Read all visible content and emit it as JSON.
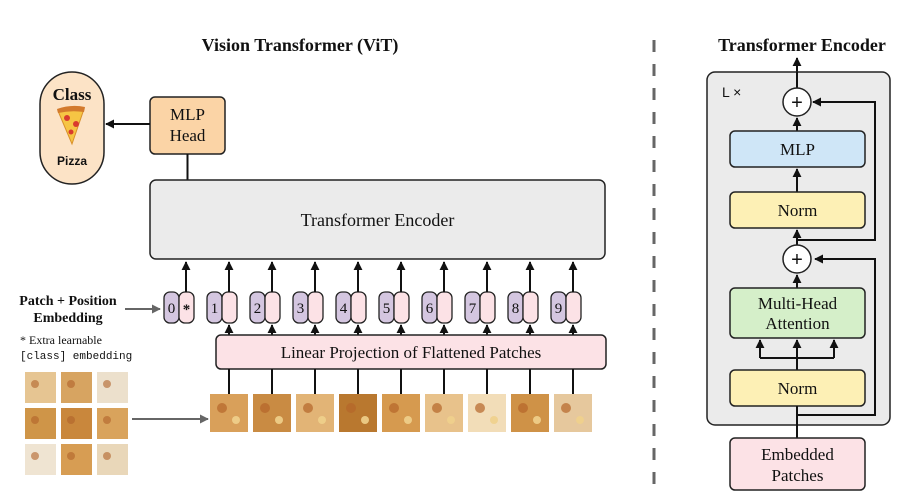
{
  "titles": {
    "left": "Vision Transformer (ViT)",
    "right": "Transformer Encoder"
  },
  "class_box": {
    "title": "Class",
    "label": "Pizza",
    "icon": "pizza-slice-icon"
  },
  "mlp_head": {
    "line1": "MLP",
    "line2": "Head"
  },
  "transformer_encoder": "Transformer Encoder",
  "patch_embedding": {
    "line1": "Patch + Position",
    "line2": "Embedding"
  },
  "extra_note": {
    "line1": "* Extra learnable",
    "line2": "[class] embedding"
  },
  "tokens": [
    {
      "pos": "0",
      "content": "*"
    },
    {
      "pos": "1",
      "content": ""
    },
    {
      "pos": "2",
      "content": ""
    },
    {
      "pos": "3",
      "content": ""
    },
    {
      "pos": "4",
      "content": ""
    },
    {
      "pos": "5",
      "content": ""
    },
    {
      "pos": "6",
      "content": ""
    },
    {
      "pos": "7",
      "content": ""
    },
    {
      "pos": "8",
      "content": ""
    },
    {
      "pos": "9",
      "content": ""
    }
  ],
  "linear_projection": "Linear Projection of Flattened Patches",
  "encoder_block": {
    "repeat": "L ×",
    "plus": "+",
    "mlp": "MLP",
    "norm_top": "Norm",
    "attention_line1": "Multi-Head",
    "attention_line2": "Attention",
    "norm_bottom": "Norm",
    "input_line1": "Embedded",
    "input_line2": "Patches"
  },
  "colors": {
    "class_fill": "#fce3c6",
    "mlp_head_fill": "#fbd4a6",
    "encoder_fill": "#ebebeb",
    "pos_fill": "#d4c6e0",
    "token_fill": "#fce2e6",
    "projection_fill": "#fce2e6",
    "mlp_fill": "#cfe6f7",
    "norm_fill": "#fdf0b5",
    "attention_fill": "#d5efc9",
    "embedded_fill": "#fce2e6",
    "panel_fill": "#ebebeb"
  }
}
